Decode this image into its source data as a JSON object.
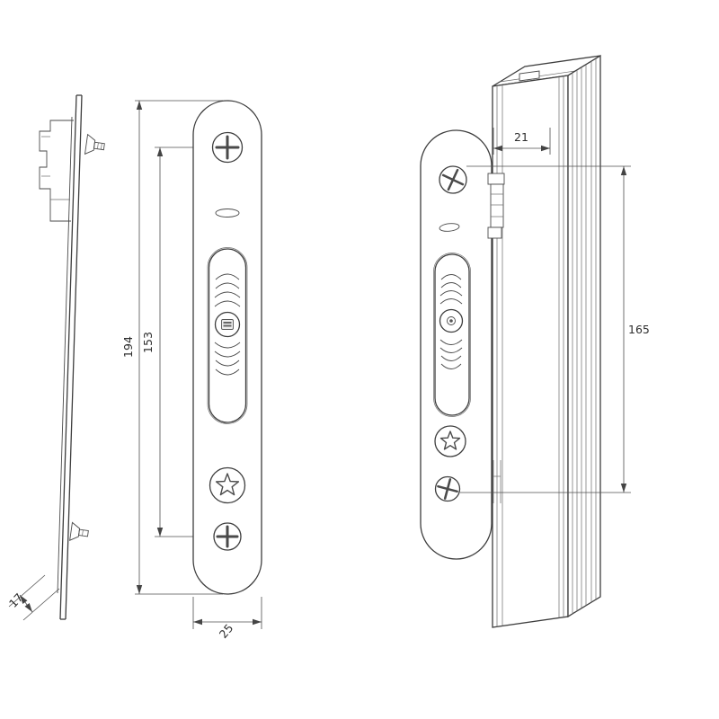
{
  "dimensions": {
    "side_depth": "17",
    "screw_spacing": "153",
    "overall_length": "194",
    "plate_width": "25",
    "profile_offset": "21",
    "mounting_height": "165"
  },
  "colors": {
    "background": "#ffffff",
    "line": "#3d3d3d",
    "dimension_line": "#4f4f4f",
    "text": "#2e2e2e"
  }
}
